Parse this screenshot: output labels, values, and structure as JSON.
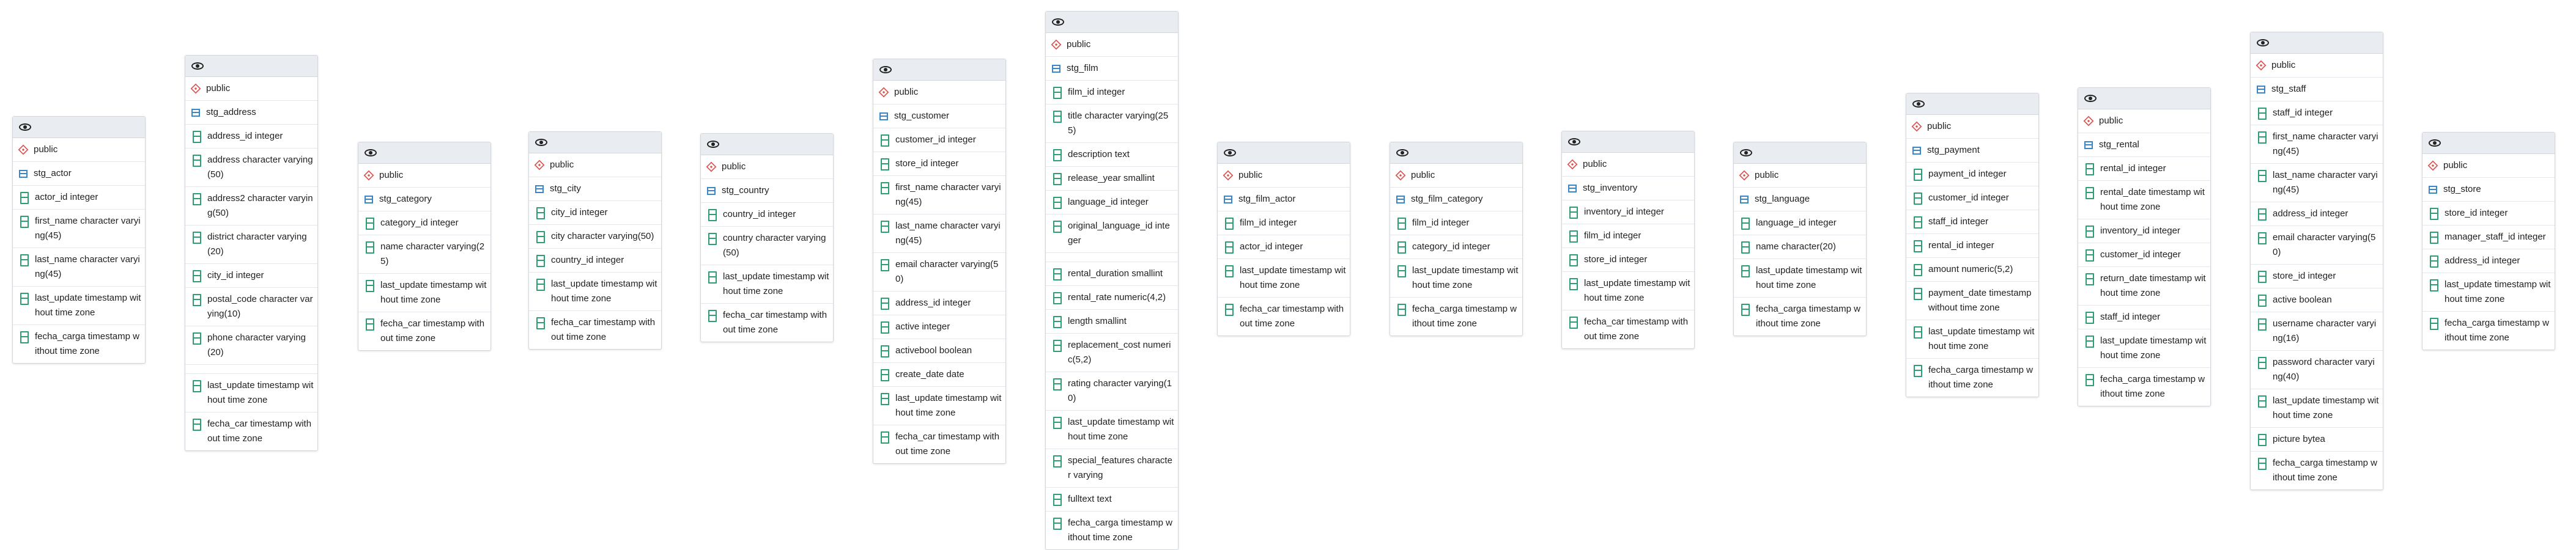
{
  "tables": [
    {
      "id": "stg_actor",
      "schema": "public",
      "name": "stg_actor",
      "columns": [
        "actor_id integer",
        "first_name character varying(45)",
        "last_name character varying(45)",
        "last_update timestamp without time zone",
        "fecha_carga timestamp without time zone"
      ]
    },
    {
      "id": "stg_address",
      "schema": "public",
      "name": "stg_address",
      "columns": [
        "address_id integer",
        "address character varying(50)",
        "address2 character varying(50)",
        "district character varying(20)",
        "city_id integer",
        "postal_code character varying(10)",
        "phone character varying(20)",
        "",
        "last_update timestamp without time zone",
        "fecha_car timestamp without time zone"
      ]
    },
    {
      "id": "stg_category",
      "schema": "public",
      "name": "stg_category",
      "columns": [
        "category_id integer",
        "name character varying(25)",
        "last_update timestamp without time zone",
        "fecha_car timestamp without time zone"
      ]
    },
    {
      "id": "stg_city",
      "schema": "public",
      "name": "stg_city",
      "columns": [
        "city_id integer",
        "city character varying(50)",
        "country_id integer",
        "last_update timestamp without time zone",
        "fecha_car timestamp without time zone"
      ]
    },
    {
      "id": "stg_country",
      "schema": "public",
      "name": "stg_country",
      "columns": [
        "country_id integer",
        "country character varying(50)",
        "last_update timestamp without time zone",
        "fecha_car timestamp without time zone"
      ]
    },
    {
      "id": "stg_customer",
      "schema": "public",
      "name": "stg_customer",
      "columns": [
        "customer_id integer",
        "store_id integer",
        "first_name character varying(45)",
        "last_name character varying(45)",
        "email character varying(50)",
        "address_id integer",
        "active integer",
        "activebool boolean",
        "create_date date",
        "last_update timestamp without time zone",
        "fecha_car timestamp without time zone"
      ]
    },
    {
      "id": "stg_film",
      "schema": "public",
      "name": "stg_film",
      "columns": [
        "film_id integer",
        "title character varying(255)",
        "description text",
        "release_year smallint",
        "language_id integer",
        "original_language_id integer",
        "",
        "rental_duration smallint",
        "rental_rate numeric(4,2)",
        "length smallint",
        "replacement_cost numeric(5,2)",
        "rating character varying(10)",
        "last_update timestamp without time zone",
        "special_features character varying",
        "fulltext text",
        "fecha_carga timestamp without time zone"
      ]
    },
    {
      "id": "stg_film_actor",
      "schema": "public",
      "name": "stg_film_actor",
      "columns": [
        "film_id integer",
        "actor_id integer",
        "last_update timestamp without time zone",
        "fecha_car timestamp without time zone"
      ]
    },
    {
      "id": "stg_film_category",
      "schema": "public",
      "name": "stg_film_category",
      "columns": [
        "film_id integer",
        "category_id integer",
        "last_update timestamp without time zone",
        "fecha_carga timestamp without time zone"
      ]
    },
    {
      "id": "stg_inventory",
      "schema": "public",
      "name": "stg_inventory",
      "columns": [
        "inventory_id integer",
        "film_id integer",
        "store_id integer",
        "last_update timestamp without time zone",
        "fecha_car timestamp without time zone"
      ]
    },
    {
      "id": "stg_language",
      "schema": "public",
      "name": "stg_language",
      "columns": [
        "language_id integer",
        "name character(20)",
        "last_update timestamp without time zone",
        "fecha_carga timestamp without time zone"
      ]
    },
    {
      "id": "stg_payment",
      "schema": "public",
      "name": "stg_payment",
      "columns": [
        "payment_id integer",
        "customer_id integer",
        "staff_id integer",
        "rental_id integer",
        "amount numeric(5,2)",
        "payment_date timestamp without time zone",
        "last_update timestamp without time zone",
        "fecha_carga timestamp without time zone"
      ]
    },
    {
      "id": "stg_rental",
      "schema": "public",
      "name": "stg_rental",
      "columns": [
        "rental_id integer",
        "rental_date timestamp without time zone",
        "inventory_id integer",
        "customer_id integer",
        "return_date timestamp without time zone",
        "staff_id integer",
        "last_update timestamp without time zone",
        "fecha_carga timestamp without time zone"
      ]
    },
    {
      "id": "stg_staff",
      "schema": "public",
      "name": "stg_staff",
      "columns": [
        "staff_id integer",
        "first_name character varying(45)",
        "last_name character varying(45)",
        "address_id integer",
        "email character varying(50)",
        "store_id integer",
        "active boolean",
        "username character varying(16)",
        "password character varying(40)",
        "last_update timestamp without time zone",
        "picture bytea",
        "fecha_carga timestamp without time zone"
      ]
    },
    {
      "id": "stg_store",
      "schema": "public",
      "name": "stg_store",
      "columns": [
        "store_id integer",
        "manager_staff_id integer",
        "address_id integer",
        "last_update timestamp without time zone",
        "fecha_carga timestamp without time zone"
      ]
    }
  ]
}
